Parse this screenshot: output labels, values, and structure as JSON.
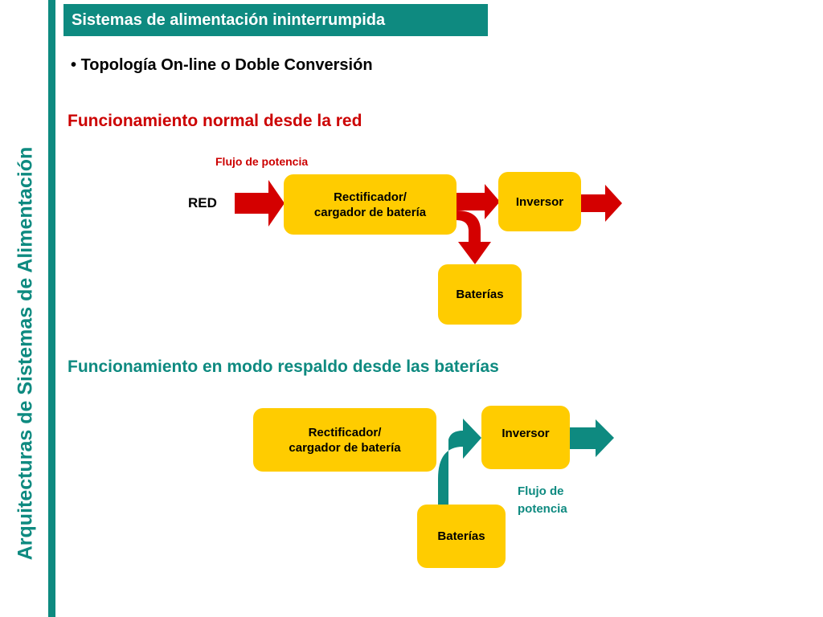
{
  "side_title": "Arquitecturas de Sistemas de Alimentación",
  "header": {
    "title": "Sistemas de alimentación ininterrumpida"
  },
  "topology": {
    "bullet": "•",
    "text": "Topología On-line o Doble Conversión"
  },
  "normal_mode": {
    "title": "Funcionamiento normal desde la red",
    "flow_label": "Flujo de potencia",
    "input_label": "RED",
    "rectifier": {
      "line1": "Rectificador/",
      "line2": "cargador de batería"
    },
    "inverter": "Inversor",
    "batteries": "Baterías"
  },
  "backup_mode": {
    "title": "Funcionamiento en modo respaldo desde las baterías",
    "flow_label_line1": "Flujo de",
    "flow_label_line2": "potencia",
    "rectifier": {
      "line1": "Rectificador/",
      "line2": "cargador de batería"
    },
    "inverter": "Inversor",
    "batteries": "Baterías"
  },
  "colors": {
    "teal": "#0e8a80",
    "red_text": "#cc0000",
    "red_arrow": "#d40000",
    "box_yellow": "#ffcc00"
  }
}
